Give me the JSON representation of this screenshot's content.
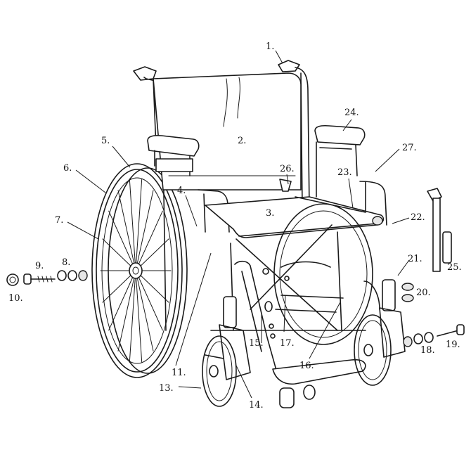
{
  "diagram": {
    "callouts": [
      {
        "id": "c1",
        "label": "1."
      },
      {
        "id": "c2",
        "label": "2."
      },
      {
        "id": "c3",
        "label": "3."
      },
      {
        "id": "c4",
        "label": "4."
      },
      {
        "id": "c5",
        "label": "5."
      },
      {
        "id": "c6",
        "label": "6."
      },
      {
        "id": "c7",
        "label": "7."
      },
      {
        "id": "c8",
        "label": "8."
      },
      {
        "id": "c9",
        "label": "9."
      },
      {
        "id": "c10",
        "label": "10."
      },
      {
        "id": "c11",
        "label": "11."
      },
      {
        "id": "c13",
        "label": "13."
      },
      {
        "id": "c14",
        "label": "14."
      },
      {
        "id": "c15",
        "label": "15."
      },
      {
        "id": "c16",
        "label": "16."
      },
      {
        "id": "c17",
        "label": "17."
      },
      {
        "id": "c18",
        "label": "18."
      },
      {
        "id": "c19",
        "label": "19."
      },
      {
        "id": "c20",
        "label": "20."
      },
      {
        "id": "c21",
        "label": "21."
      },
      {
        "id": "c22",
        "label": "22."
      },
      {
        "id": "c23",
        "label": "23."
      },
      {
        "id": "c24",
        "label": "24."
      },
      {
        "id": "c25",
        "label": "25."
      },
      {
        "id": "c26",
        "label": "26."
      },
      {
        "id": "c27",
        "label": "27."
      }
    ]
  }
}
